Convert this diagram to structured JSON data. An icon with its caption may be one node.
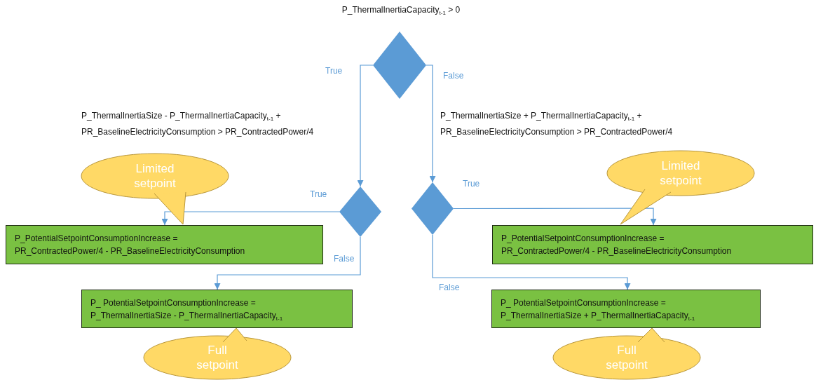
{
  "diagram": {
    "nodes": [
      {
        "text": [
          "P_ThermalInertiaCapacity$_{t-1}$ > 0"
        ]
      },
      {
        "text": [],
        "shape": "diamond"
      },
      {
        "text": [],
        "shape": "diamond"
      },
      {
        "text": [
          "Limited setpoint"
        ]
      },
      {
        "text": [
          "P_PotentialSetpointConsumptionIncrease = PR_ContractedPower/4 - PR_BaselineElectricityConsumption"
        ]
      },
      {
        "text": [
          "P_ PotentialSetpointConsumptionIncrease = P_ThermalInertiaSize - P_ThermalInertiaCapacity$_{t-1}$"
        ]
      },
      {
        "text": [
          "Full setpoint"
        ]
      },
      {
        "text": [
          "Limited setpoint"
        ]
      },
      {
        "text": [
          "P_PotentialSetpointConsumptionIncrease = PR_ContractedPower/4 - PR_BaselineElectricityConsumption"
        ]
      },
      {
        "text": [
          "P_ PotentialSetpointConsumptionIncrease = P_ThermalInertiaSize + P_ThermalInertiaCapacity$_{t-1}$"
        ]
      },
      {
        "text": [
          "Full setpoint"
        ]
      }
    ],
    "edges": [
      {
        "from": 0,
        "to": 1,
        "arrow": "to",
        "label": "True"
      },
      {
        "from": 0,
        "to": 2,
        "arrow": "to",
        "label": "False"
      },
      {
        "from": 1,
        "to": 4,
        "arrow": "to",
        "label": "True"
      },
      {
        "from": 1,
        "to": 5,
        "arrow": "to",
        "label": "False"
      },
      {
        "from": 2,
        "to": 8,
        "arrow": "to",
        "label": "True"
      },
      {
        "from": 2,
        "to": 9,
        "arrow": "to",
        "label": "False"
      }
    ],
    "labels": [
      "P_ThermalInertiaSize - P_ThermalInertiaCapacity$_{t-1}$ + PR_BaselineElectricityConsumption > PR_ContractedPower/4",
      "P_ThermalInertiaSize + P_ThermalInertiaCapacity$_{t-1}$ + PR_BaselineElectricityConsumption > PR_ContractedPower/4"
    ]
  }
}
